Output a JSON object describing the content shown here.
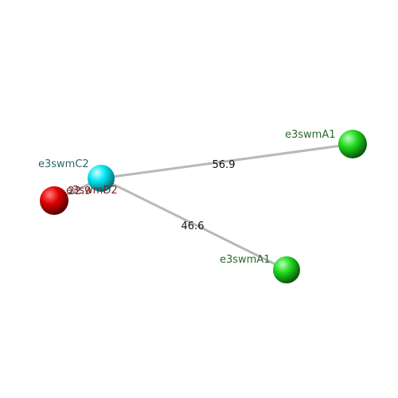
{
  "nodes": [
    {
      "id": "c2",
      "label": "e3swmC2",
      "color": "#00e5f0",
      "label_color": "#2a6670"
    },
    {
      "id": "d2",
      "label": "e3swmD2",
      "color": "#e00000",
      "label_color": "#7a2a2a"
    },
    {
      "id": "a1_top",
      "label": "e3swmA1",
      "color": "#1fd91f",
      "label_color": "#2a6a2a"
    },
    {
      "id": "a1_bottom",
      "label": "e3swmA1",
      "color": "#1fd91f",
      "label_color": "#2a6a2a"
    }
  ],
  "edges": [
    {
      "from": "c2",
      "to": "a1_top",
      "distance": "56.9"
    },
    {
      "from": "c2",
      "to": "a1_bottom",
      "distance": "46.6"
    },
    {
      "from": "c2",
      "to": "d2",
      "distance": "22.9"
    }
  ]
}
